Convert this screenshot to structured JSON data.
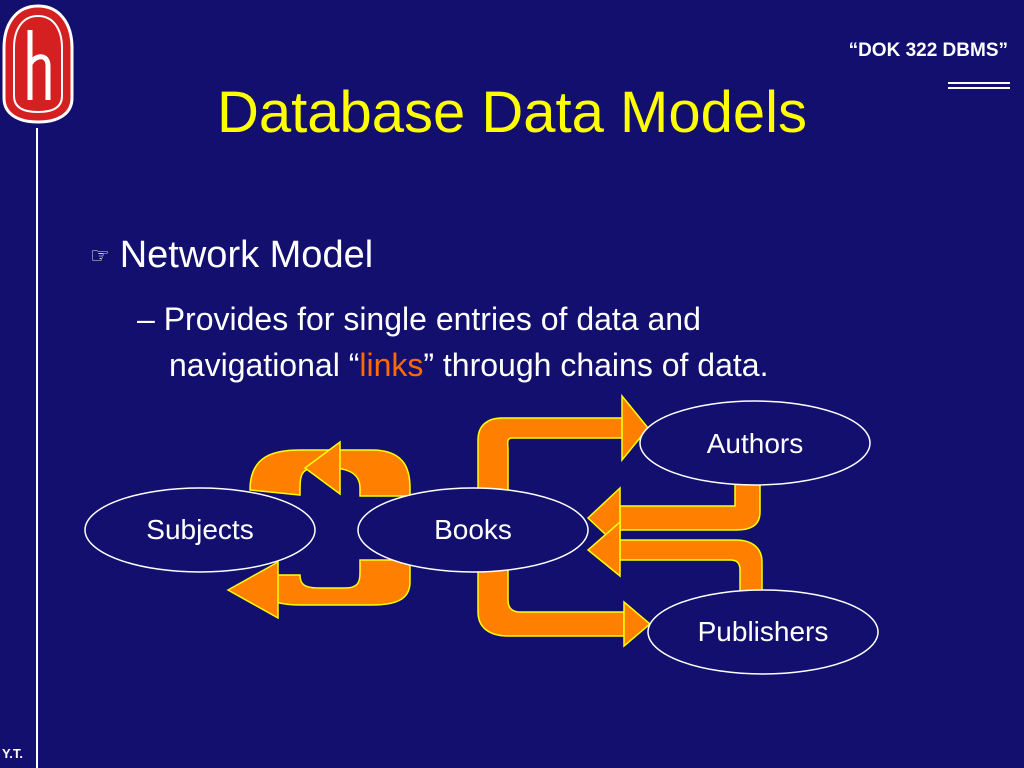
{
  "header": {
    "course_label": "“DOK 322 DBMS”",
    "title": "Database Data Models"
  },
  "bullets": {
    "main": "Network Model",
    "sub_line1": "– Provides for single entries of data and",
    "sub_line2_pre": "navigational “",
    "sub_line2_highlight": "links",
    "sub_line2_post": "” through chains of data."
  },
  "diagram": {
    "nodes": {
      "subjects": "Subjects",
      "books": "Books",
      "authors": "Authors",
      "publishers": "Publishers"
    }
  },
  "footer": {
    "initials": "Y.T."
  },
  "colors": {
    "background": "#120f6e",
    "title": "#ffff00",
    "arrow_fill": "#ff7f00",
    "highlight": "#ff6a00",
    "node_fill": "#120f6e",
    "logo_red": "#d42020"
  }
}
